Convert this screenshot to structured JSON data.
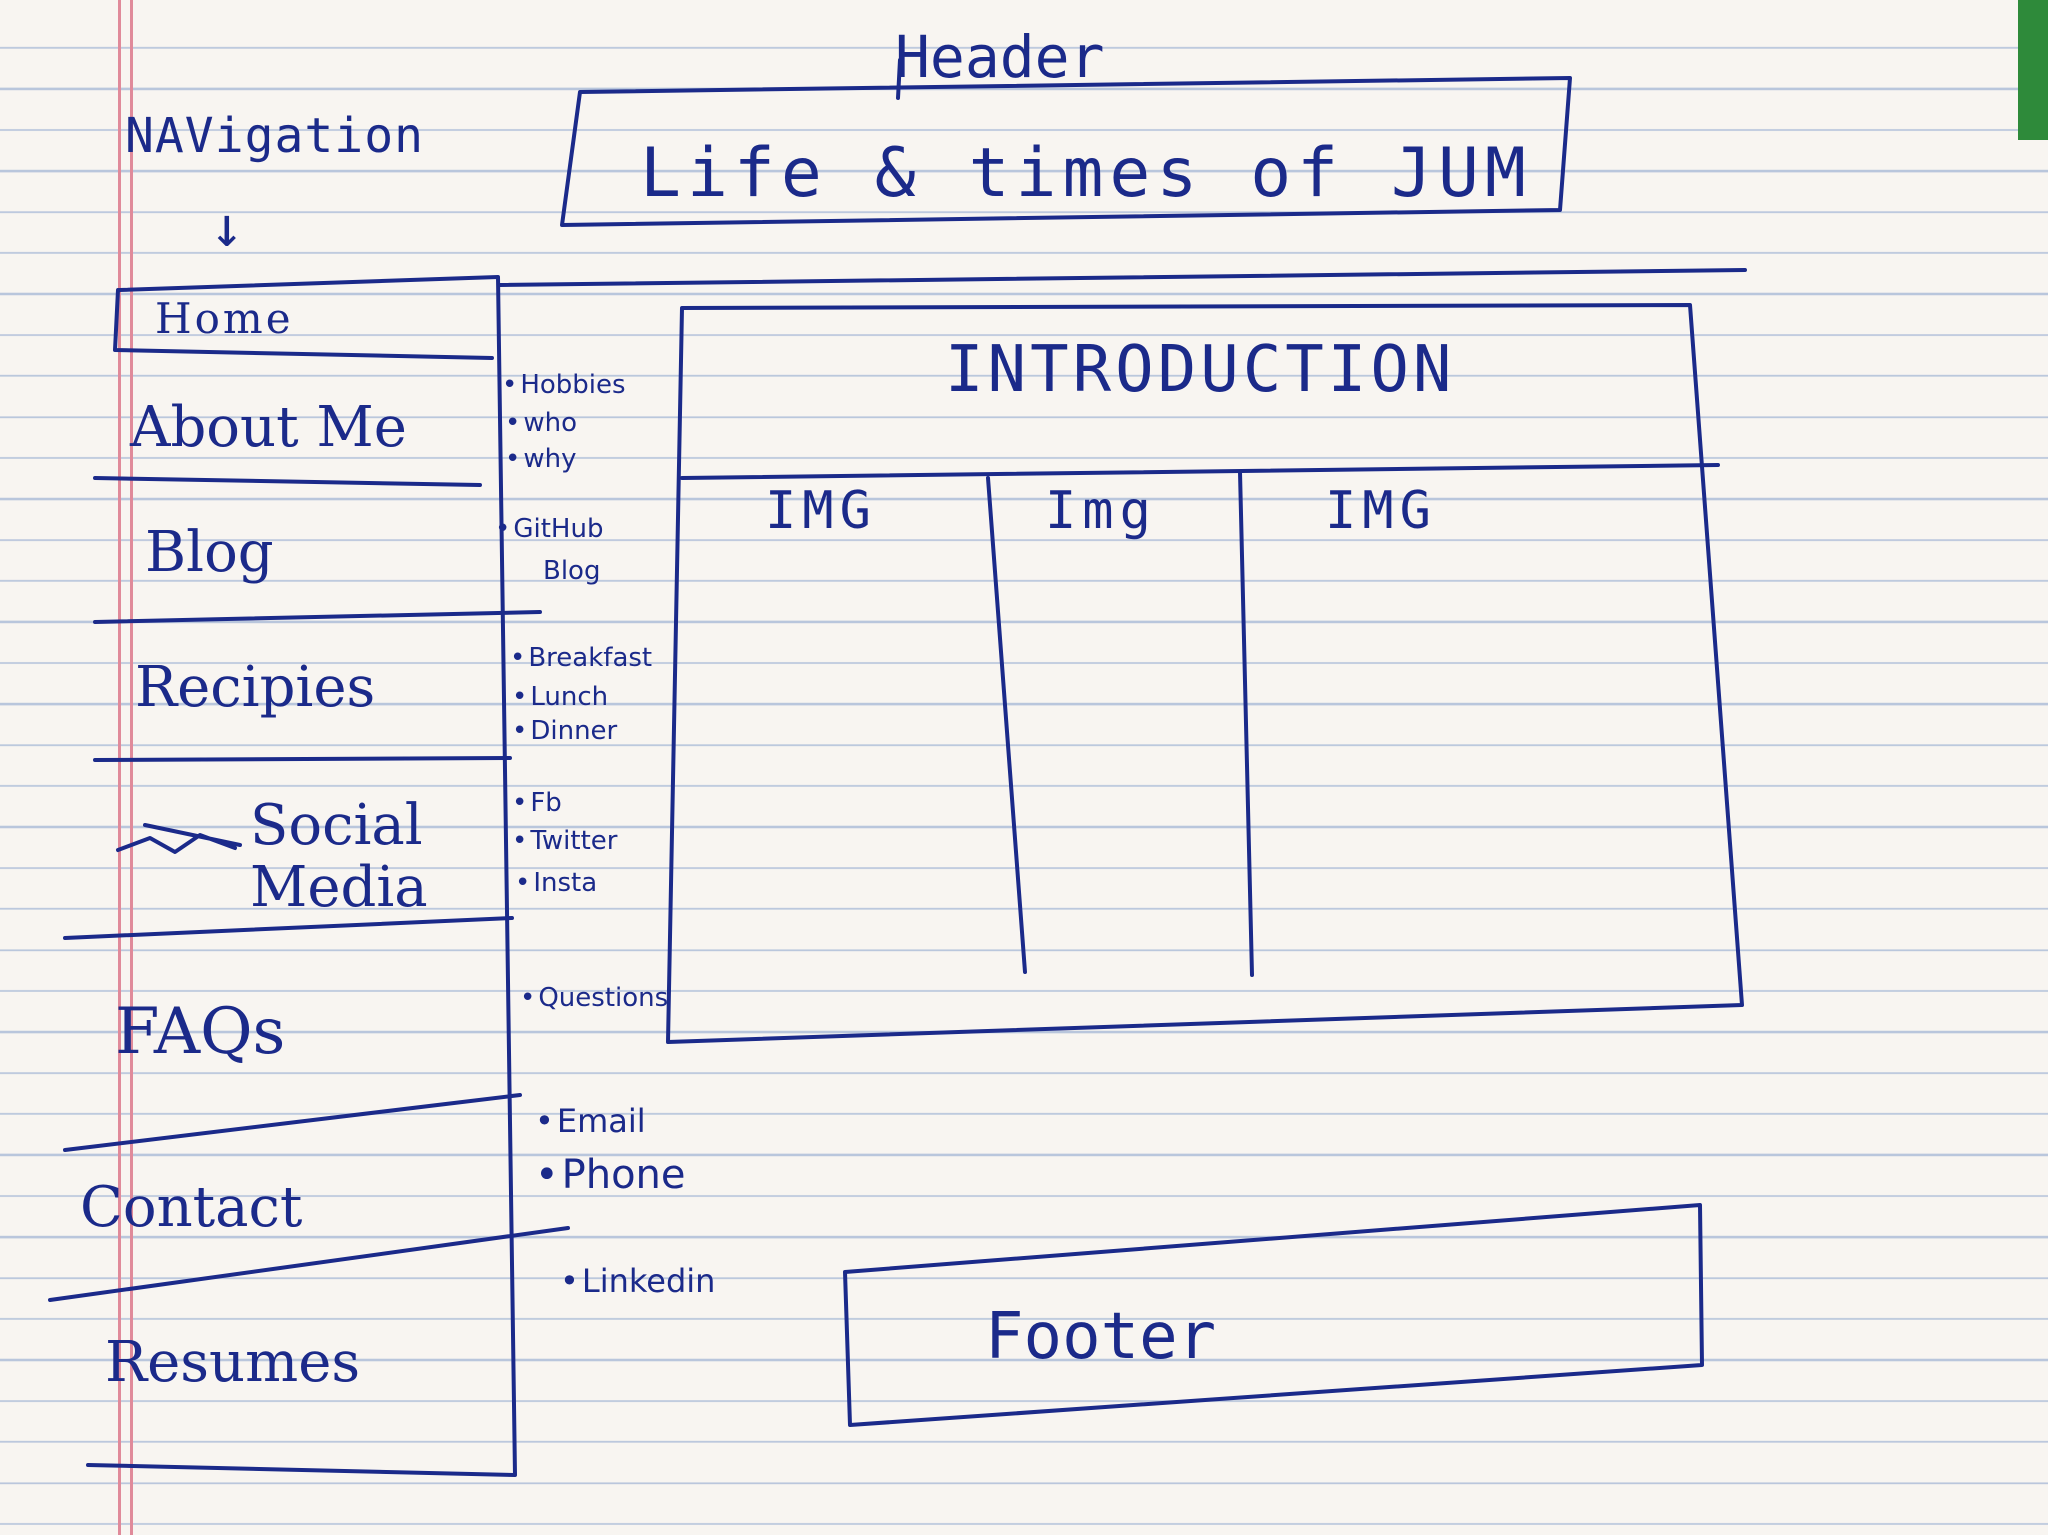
{
  "header_label": "Header",
  "site_title": "Life & times of JUM",
  "navigation_label": "NAVigation",
  "navigation_arrow": "↓",
  "nav": {
    "home": "Home",
    "about": "About Me",
    "blog": "Blog",
    "recipes": "Recipies",
    "social": "Social Media",
    "faqs": "FAQs",
    "contact": "Contact",
    "resumes": "Resumes"
  },
  "sub_items": {
    "about": [
      "Hobbies",
      "who",
      "why"
    ],
    "blog": [
      "GitHub",
      "Blog"
    ],
    "recipes": [
      "Breakfast",
      "Lunch",
      "Dinner"
    ],
    "social": [
      "Fb",
      "Twitter",
      "Insta"
    ],
    "faqs": [
      "Questions"
    ],
    "contact": [
      "Email",
      "Phone",
      "Linkedin"
    ]
  },
  "content": {
    "intro": "INTRODUCTION",
    "img1": "IMG",
    "img2": "Img",
    "img3": "IMG"
  },
  "footer_label": "Footer",
  "colors": {
    "ink": "#1b2a8a",
    "paper": "#f8f5f1",
    "rule": "#b9c6dc",
    "margin": "#e08a9a"
  }
}
